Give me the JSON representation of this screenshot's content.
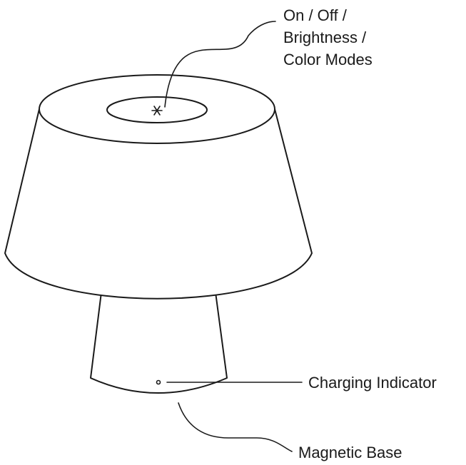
{
  "labels": {
    "power_line_1": "On / Off /",
    "power_line_2": "Brightness /",
    "power_line_3": "Color Modes",
    "charging": "Charging Indicator",
    "base": "Magnetic Base"
  },
  "colors": {
    "stroke": "#1a1a1a",
    "background": "#ffffff"
  },
  "icons": {
    "power_button": "asterisk-icon",
    "charging_led": "dot-icon"
  }
}
